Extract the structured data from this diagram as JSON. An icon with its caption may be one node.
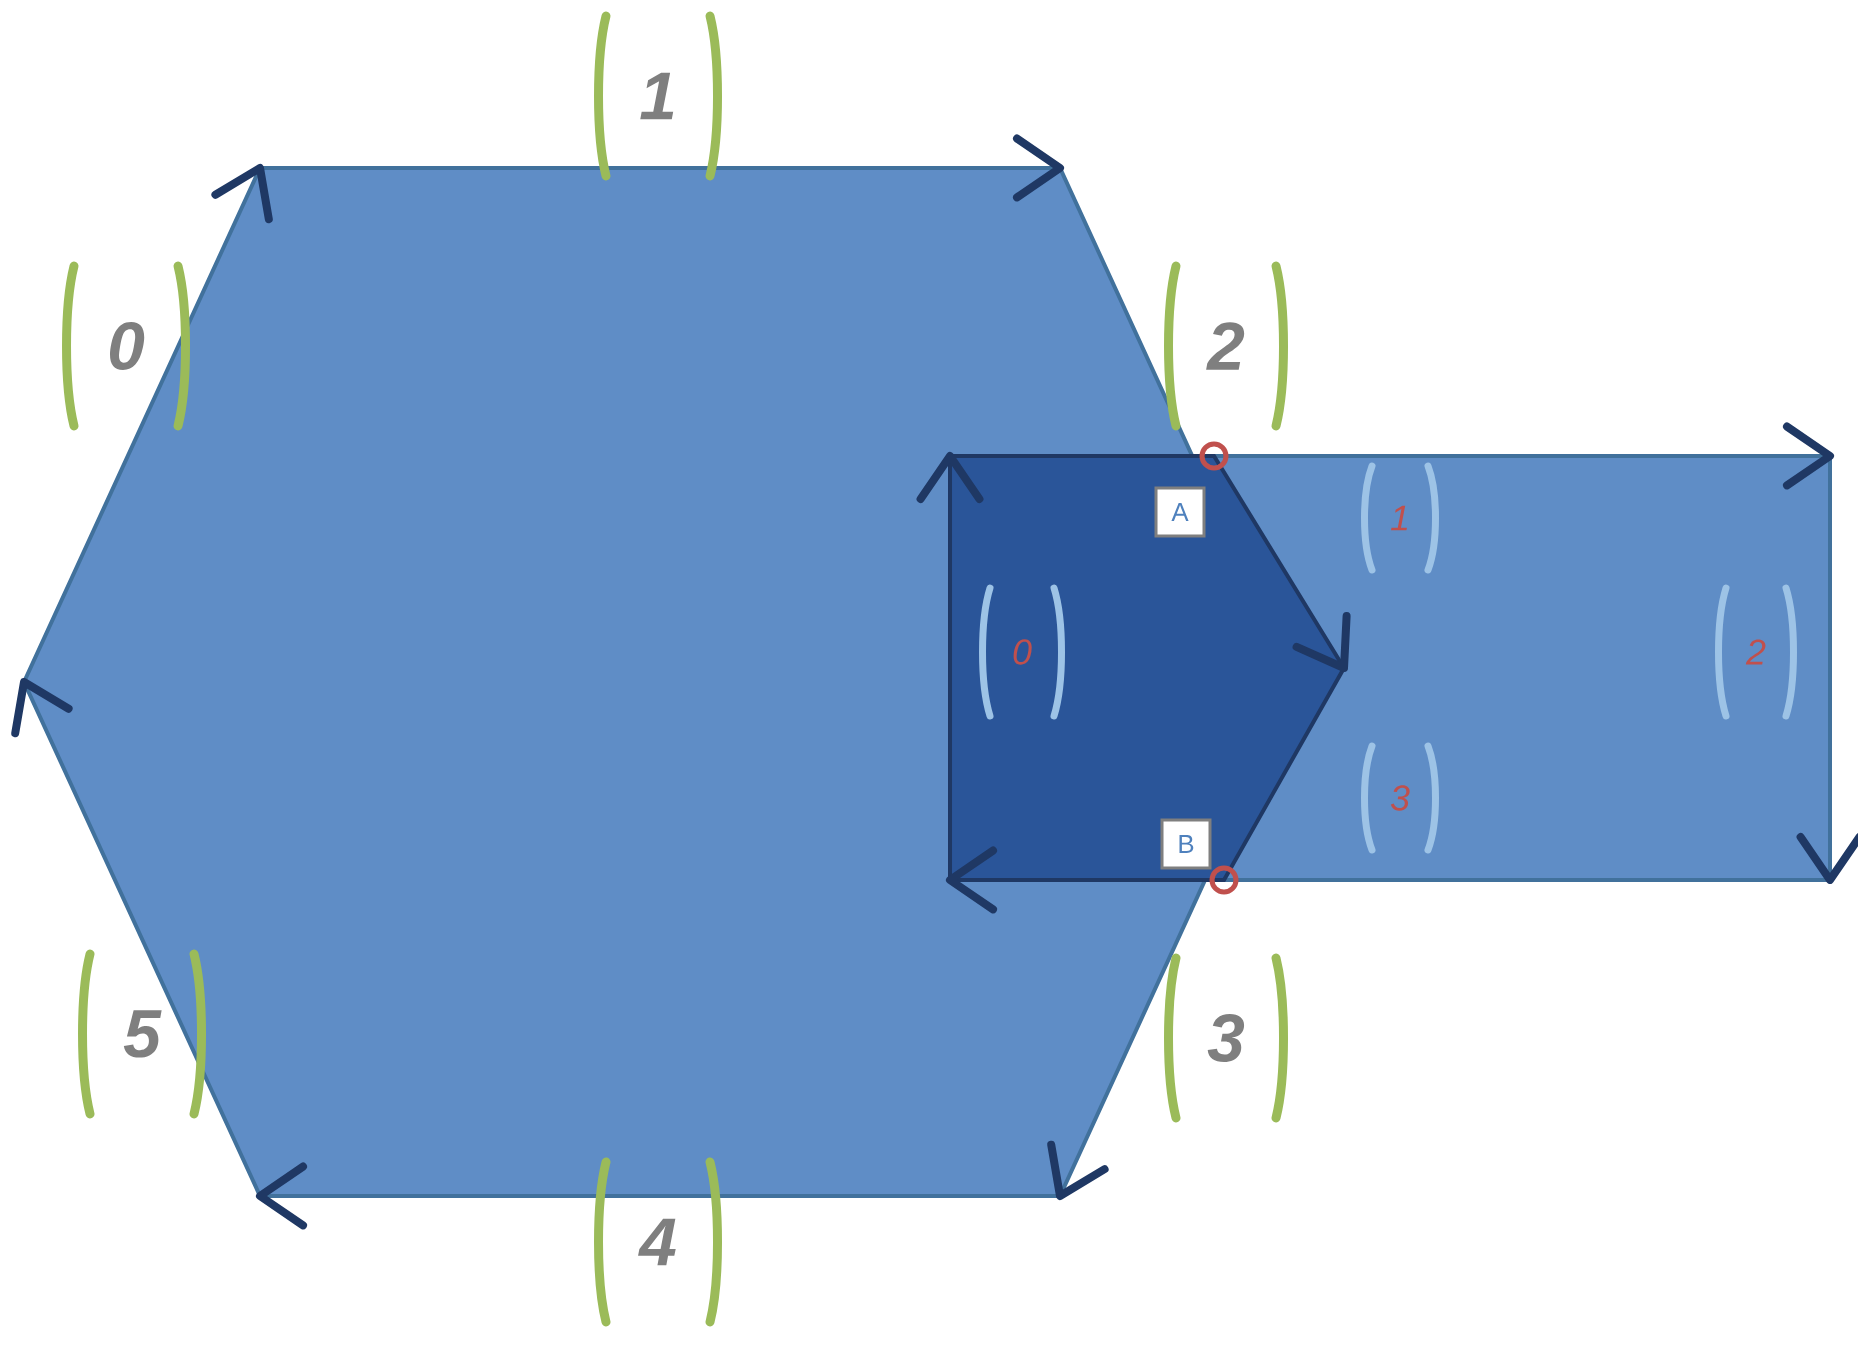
{
  "diagram": {
    "nodes": [
      {
        "text": [
          "A"
        ]
      },
      {
        "text": [
          "B"
        ]
      }
    ],
    "labels": [
      "1",
      "0",
      "2",
      "1",
      "0",
      "2",
      "3",
      "5",
      "3",
      "4"
    ]
  }
}
